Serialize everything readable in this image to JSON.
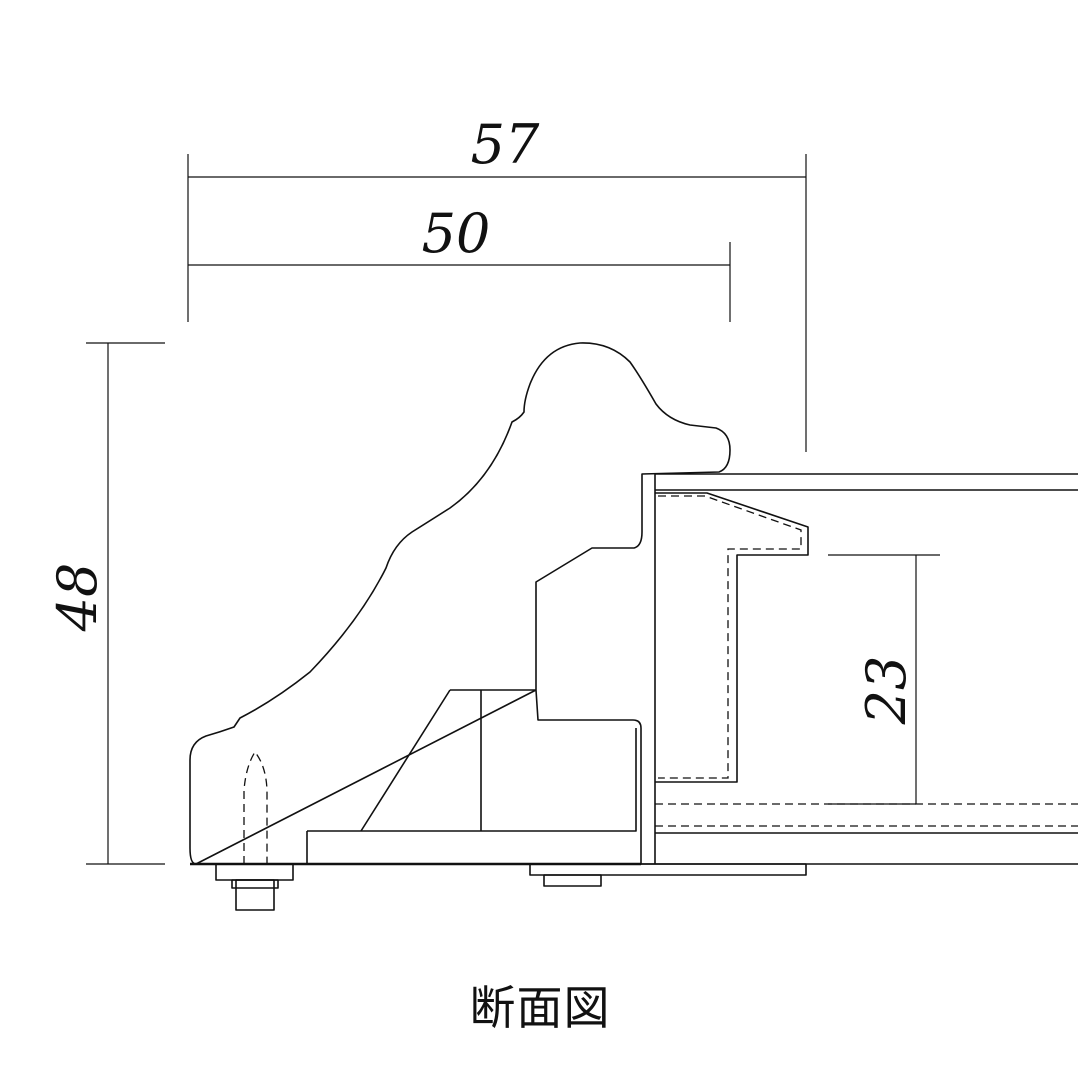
{
  "dimensions": {
    "overall_width": "57",
    "frame_width": "50",
    "height": "48",
    "rabbet_depth": "23"
  },
  "caption": "断面図"
}
